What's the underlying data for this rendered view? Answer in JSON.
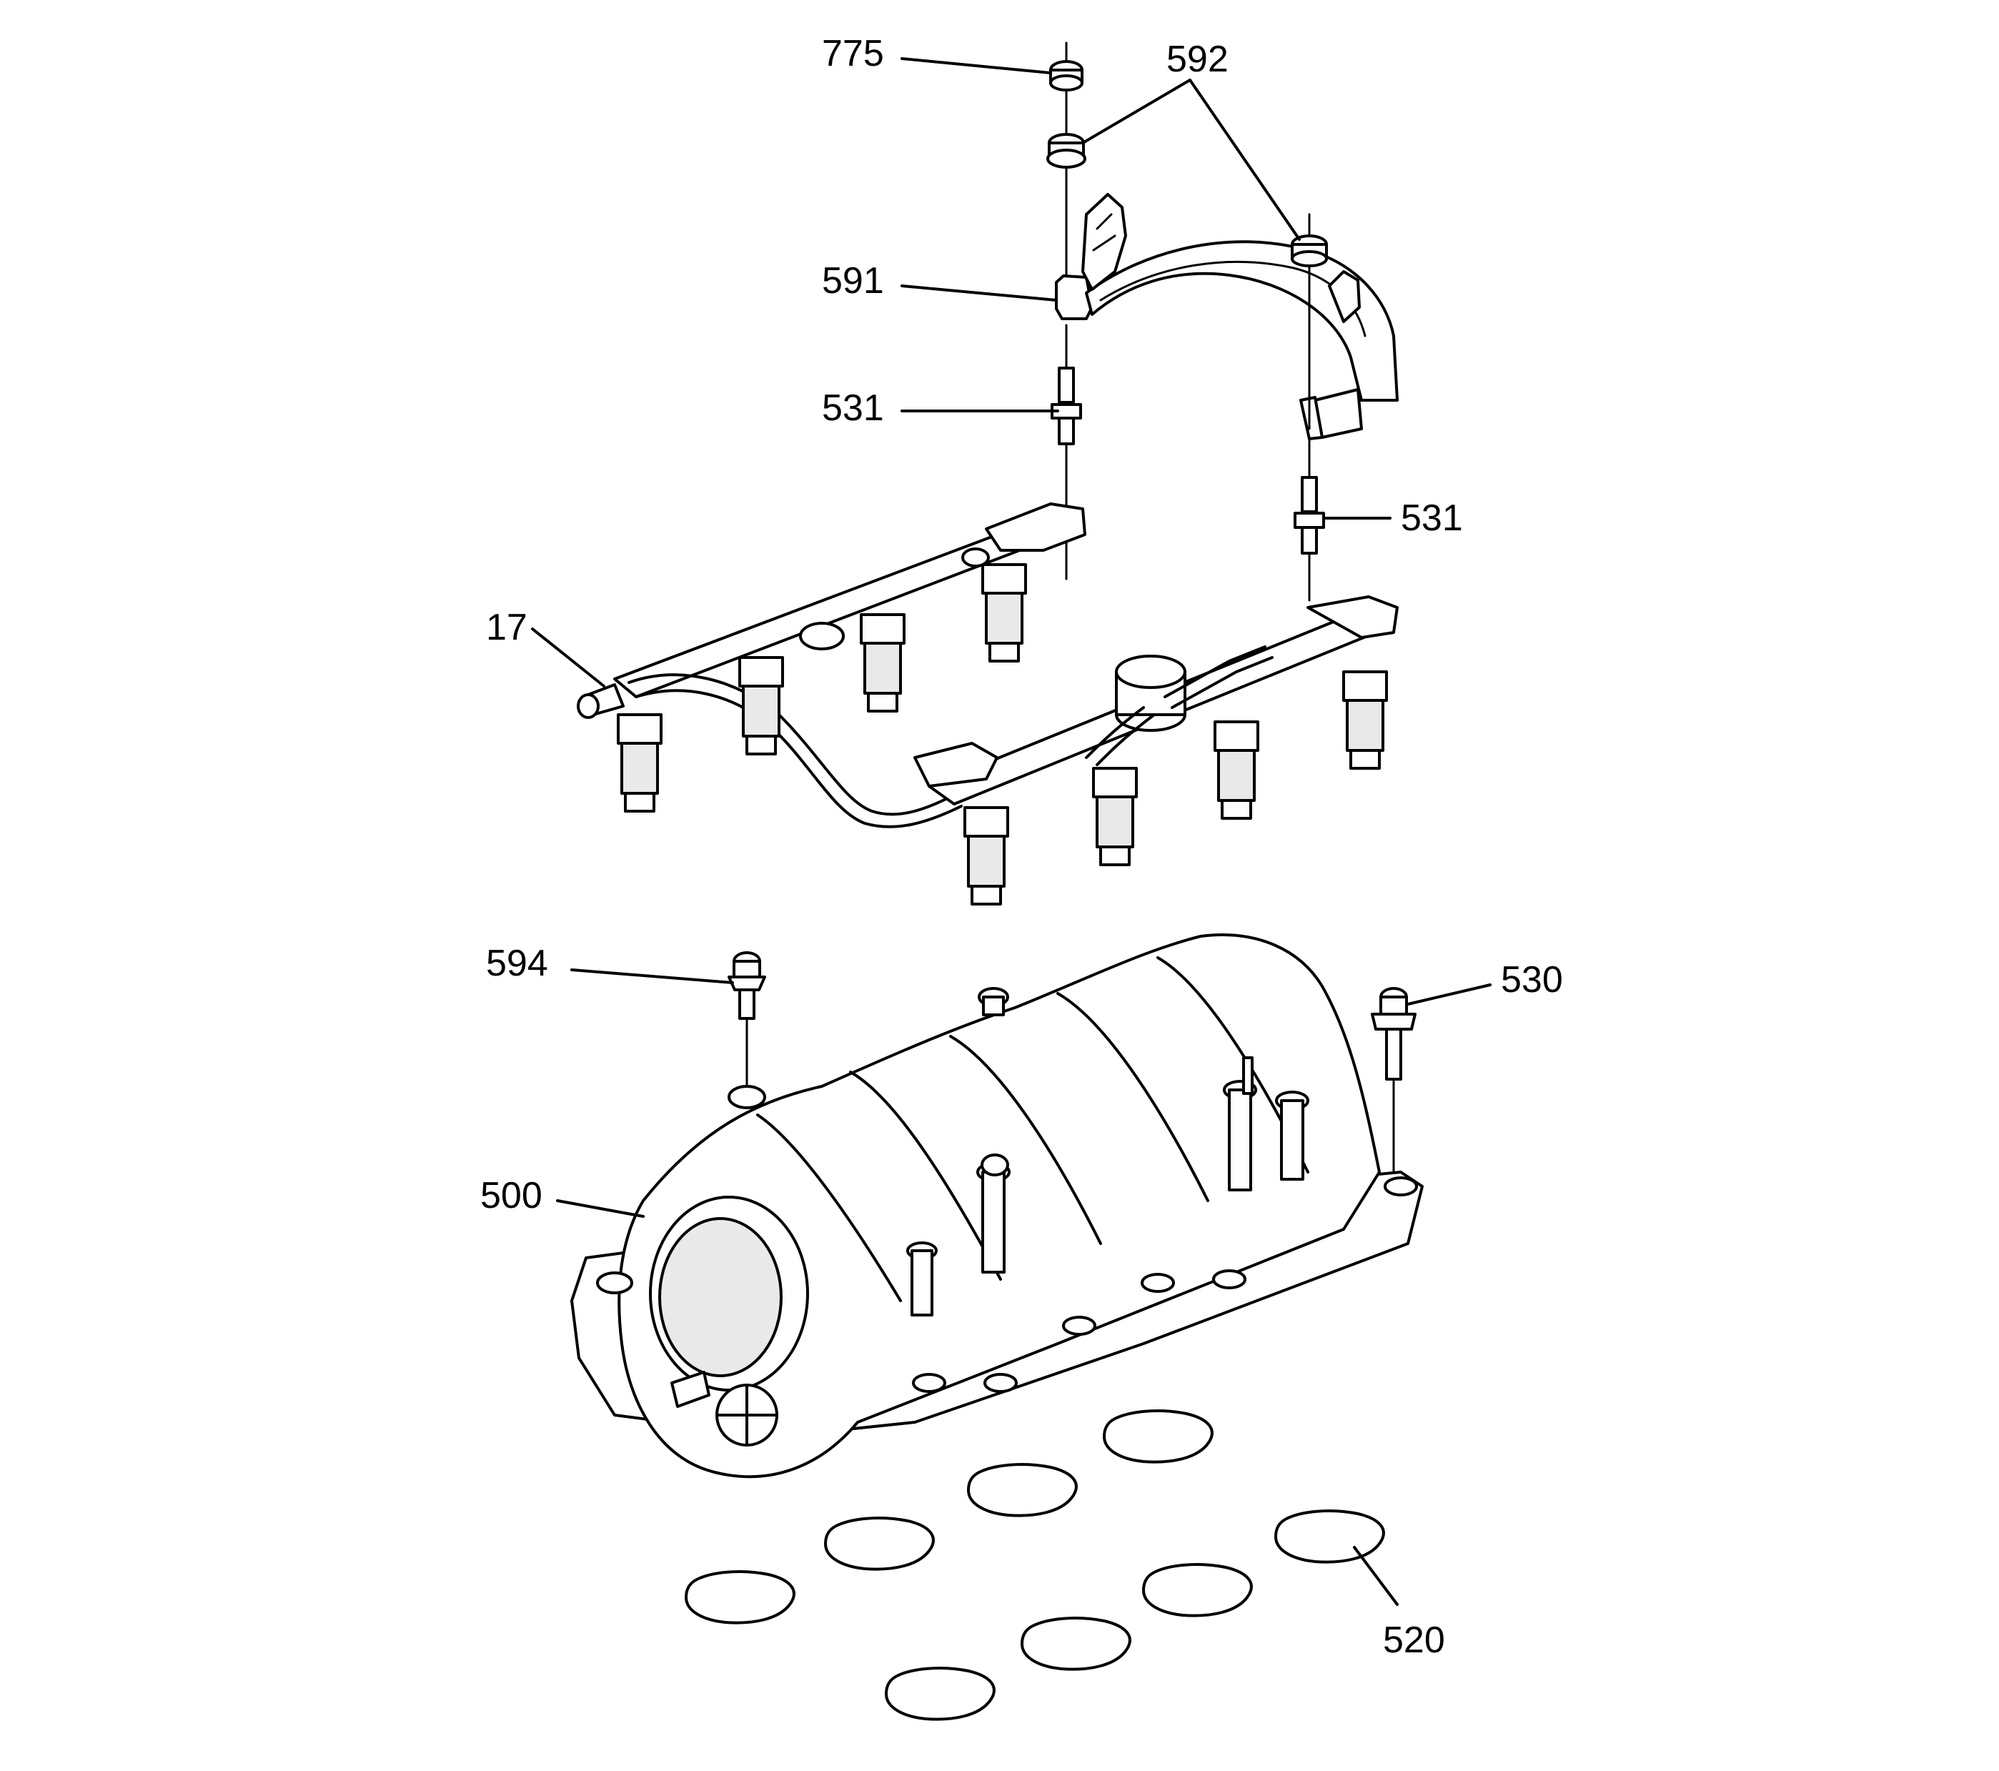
{
  "callouts": {
    "c775": "775",
    "c592": "592",
    "c591": "591",
    "c531_left": "531",
    "c531_right": "531",
    "c17": "17",
    "c594": "594",
    "c530": "530",
    "c500": "500",
    "c520": "520"
  }
}
